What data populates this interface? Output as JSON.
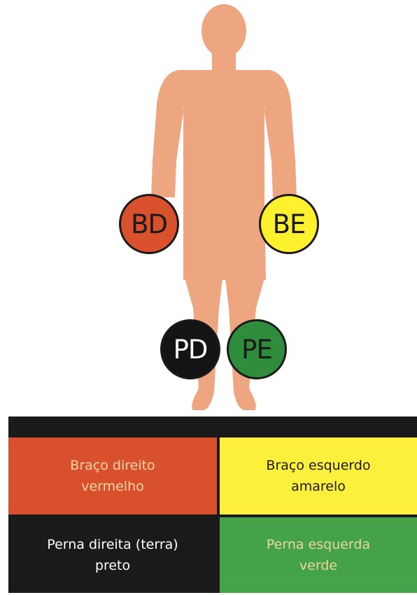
{
  "body": {
    "color": "#eea680"
  },
  "electrodes": [
    {
      "code": "BD",
      "color": "#d9502d",
      "text_color": "#1a1a1a"
    },
    {
      "code": "BE",
      "color": "#fdf02c",
      "text_color": "#1a1a1a"
    },
    {
      "code": "PD",
      "color": "#141414",
      "text_color": "#ffffff"
    },
    {
      "code": "PE",
      "color": "#2f8c3d",
      "text_color": "#1a1a1a"
    }
  ],
  "legend": [
    {
      "line1": "Braço direito",
      "line2": "vermelho",
      "color": "#d9502d",
      "text_color": "#f2d6a8"
    },
    {
      "line1": "Braço esquerdo",
      "line2": "amarelo",
      "color": "#fdf03c",
      "text_color": "#1a1a1a"
    },
    {
      "line1": "Perna direita (terra)",
      "line2": "preto",
      "color": "#1b1a1b",
      "text_color": "#ffffff"
    },
    {
      "line1": "Perna esquerda",
      "line2": "verde",
      "color": "#44a249",
      "text_color": "#ecd79a"
    }
  ]
}
